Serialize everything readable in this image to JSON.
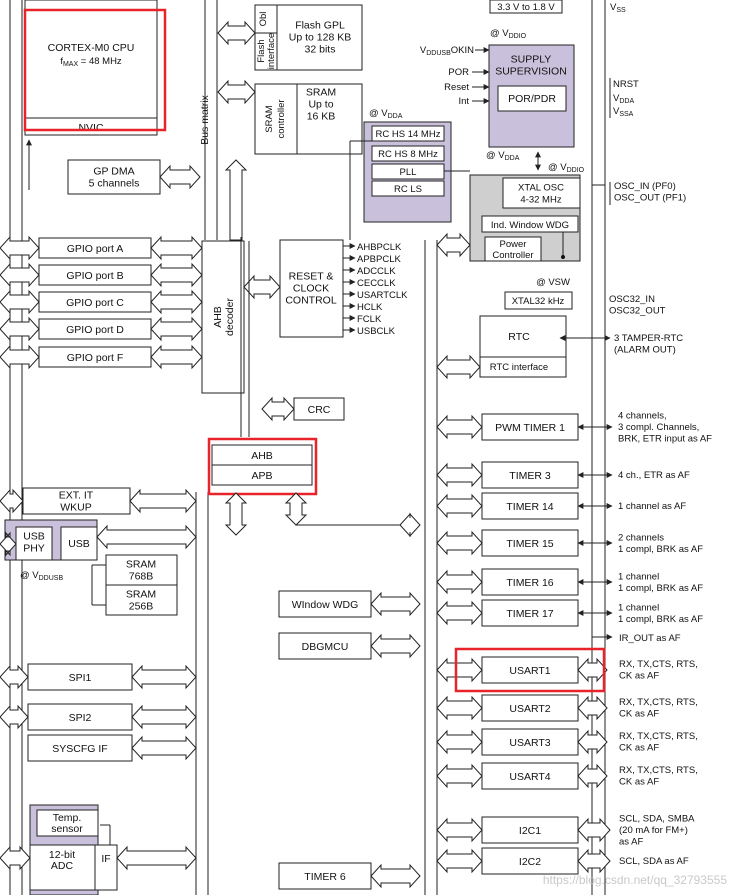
{
  "blocks": {
    "cpu": {
      "title": "CORTEX-M0 CPU",
      "fmax_prefix": "f",
      "fmax_sub": "MAX",
      "fmax_value": " = 48 MHz",
      "nvic": "NVIC"
    },
    "flash": {
      "obl": "Obl",
      "iface": [
        "Flash",
        "interface"
      ],
      "lines": [
        "Flash GPL",
        "Up to 128 KB",
        "32 bits"
      ]
    },
    "sram_main": {
      "ctrl": [
        "SRAM",
        "controller"
      ],
      "lines": [
        "SRAM",
        "Up to",
        "16 KB"
      ]
    },
    "gpdma": [
      "GP DMA",
      "5 channels"
    ],
    "gpio": [
      "GPIO port A",
      "GPIO port B",
      "GPIO port C",
      "GPIO port D",
      "GPIO port F"
    ],
    "bus_matrix": "Bus matrix",
    "ahb_decoder": [
      "AHB",
      "decoder"
    ],
    "reset_clock": [
      "RESET &",
      "CLOCK",
      "CONTROL"
    ],
    "clk_outputs": [
      "AHBPCLK",
      "APBPCLK",
      "ADCCLK",
      "CECCLK",
      "USARTCLK",
      "HCLK",
      "FCLK",
      "USBCLK"
    ],
    "osc": [
      "RC HS 14 MHz",
      "RC HS 8 MHz",
      "PLL",
      "RC LS"
    ],
    "vdda_osc_prefix": "@ V",
    "vdda_osc_sub": "DDA",
    "voltage_reg": "3.3 V to 1.8 V",
    "vdd_top_prefix": "@ V",
    "vdd_top_sub": "DDIO",
    "vss": "V",
    "vss_sub": "SS",
    "supply": {
      "title": [
        "SUPPLY",
        "SUPERVISION"
      ],
      "por": "POR/PDR",
      "inputs": [
        "POR",
        "Reset",
        "Int"
      ],
      "vddusb_prefix": "V",
      "vddusb_sub": "DDUSB",
      "vddusb_suffix": "OKIN"
    },
    "supply_right": {
      "nrst": "NRST",
      "vdda": "V",
      "vdda_sub": "DDA",
      "vssa": "V",
      "vssa_sub": "SSA"
    },
    "vdda_bottom_prefix": "@ V",
    "vdda_bottom_sub": "DDA",
    "vddio_right_prefix": "@ V",
    "vddio_right_sub": "DDIO",
    "xtal_osc": [
      "XTAL OSC",
      "4-32 MHz"
    ],
    "iwdg": "Ind. Window WDG",
    "power_ctrl": [
      "Power",
      "Controller"
    ],
    "osc_pins": [
      "OSC_IN (PF0)",
      "OSC_OUT (PF1)"
    ],
    "vsw": "@ VSW",
    "xtal32": "XTAL32 kHz",
    "osc32_pins": [
      "OSC32_IN",
      "OSC32_OUT"
    ],
    "rtc": "RTC",
    "rtc_iface": "RTC interface",
    "tamper": [
      "3 TAMPER-RTC",
      "(ALARM OUT)"
    ],
    "crc": "CRC",
    "ahb": "AHB",
    "apb": "APB",
    "ext_it": [
      "EXT. IT",
      "WKUP"
    ],
    "usb_phy": [
      "USB",
      "PHY"
    ],
    "usb": "USB",
    "vddusb_prefix": "@ V",
    "vddusb_sub": "DDUSB",
    "sram_usb": [
      [
        "SRAM",
        "768B"
      ],
      [
        "SRAM",
        "256B"
      ]
    ],
    "left_periph": [
      "SPI1",
      "SPI2",
      "SYSCFG IF"
    ],
    "temp_sensor": [
      "Temp.",
      "sensor"
    ],
    "adc": [
      "12-bit",
      "ADC"
    ],
    "adc_if": "IF",
    "mid_periph": [
      "WIndow WDG",
      "DBGMCU",
      "TIMER 6"
    ],
    "timers": [
      {
        "name": "PWM TIMER 1",
        "desc": [
          "4 channels,",
          "3 compl. Channels,",
          "BRK, ETR input as AF"
        ]
      },
      {
        "name": "TIMER 3",
        "desc": [
          "4 ch., ETR as AF"
        ]
      },
      {
        "name": "TIMER 14",
        "desc": [
          "1 channel as AF"
        ]
      },
      {
        "name": "TIMER 15",
        "desc": [
          "2 channels",
          "1 compl, BRK as AF"
        ]
      },
      {
        "name": "TIMER 16",
        "desc": [
          "1 channel",
          "1 compl, BRK as AF"
        ]
      },
      {
        "name": "TIMER 17",
        "desc": [
          "1 channel",
          "1 compl, BRK as AF"
        ]
      }
    ],
    "ir_out": "IR_OUT as AF",
    "usarts": [
      {
        "name": "USART1",
        "desc": [
          "RX, TX,CTS, RTS,",
          "CK as AF"
        ]
      },
      {
        "name": "USART2",
        "desc": [
          "RX, TX,CTS, RTS,",
          "CK as AF"
        ]
      },
      {
        "name": "USART3",
        "desc": [
          "RX, TX,CTS, RTS,",
          "CK as AF"
        ]
      },
      {
        "name": "USART4",
        "desc": [
          "RX, TX,CTS, RTS,",
          "CK as AF"
        ]
      }
    ],
    "i2c": [
      {
        "name": "I2C1",
        "desc": [
          "SCL, SDA, SMBA",
          "(20 mA for FM+)",
          "as AF"
        ]
      },
      {
        "name": "I2C2",
        "desc": [
          "SCL, SDA as AF"
        ]
      }
    ]
  },
  "watermark": "https://blog.csdn.net/qq_32793555",
  "colors": {
    "purple": "#c9c1dc",
    "highlight": "#e8232a",
    "gray": "#cfcfcf",
    "line": "#222222"
  }
}
